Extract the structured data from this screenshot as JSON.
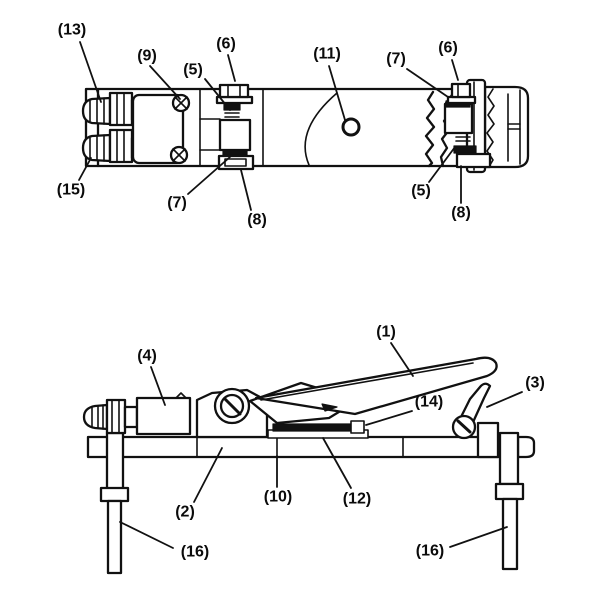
{
  "page": {
    "background": "#ffffff",
    "ink": "#111111",
    "frame": "#d9d9d9"
  },
  "views": [
    {
      "id": "top-view",
      "callouts": [
        {
          "text": "(13)"
        },
        {
          "text": "(9)"
        },
        {
          "text": "(6)"
        },
        {
          "text": "(5)"
        },
        {
          "text": "(11)"
        },
        {
          "text": "(7)"
        },
        {
          "text": "(6)"
        },
        {
          "text": "(15)"
        },
        {
          "text": "(7)"
        },
        {
          "text": "(8)"
        },
        {
          "text": "(5)"
        },
        {
          "text": "(8)"
        }
      ]
    },
    {
      "id": "side-view",
      "callouts": [
        {
          "text": "(4)"
        },
        {
          "text": "(1)"
        },
        {
          "text": "(3)"
        },
        {
          "text": "(14)"
        },
        {
          "text": "(2)"
        },
        {
          "text": "(10)"
        },
        {
          "text": "(12)"
        },
        {
          "text": "(16)"
        },
        {
          "text": "(16)"
        }
      ]
    }
  ]
}
